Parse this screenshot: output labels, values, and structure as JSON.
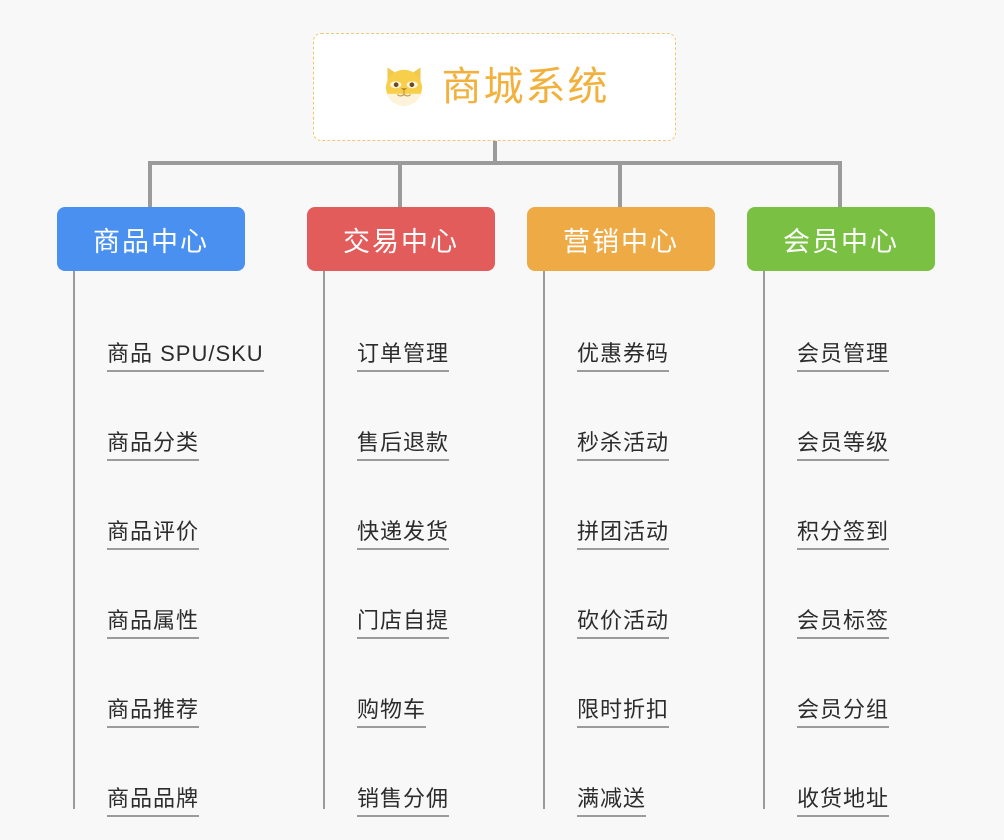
{
  "root": {
    "title": "商城系统",
    "icon": "shiba-dog-icon",
    "border_color": "#f0c674",
    "text_color": "#f2b03c"
  },
  "connector_color": "#9b9b9b",
  "background_color": "#f8f8f8",
  "columns": [
    {
      "title": "商品中心",
      "color": "#4a90f0",
      "items": [
        "商品 SPU/SKU",
        "商品分类",
        "商品评价",
        "商品属性",
        "商品推荐",
        "商品品牌"
      ]
    },
    {
      "title": "交易中心",
      "color": "#e25c5c",
      "items": [
        "订单管理",
        "售后退款",
        "快递发货",
        "门店自提",
        "购物车",
        "销售分佣"
      ]
    },
    {
      "title": "营销中心",
      "color": "#eeab45",
      "items": [
        "优惠券码",
        "秒杀活动",
        "拼团活动",
        "砍价活动",
        "限时折扣",
        "满减送"
      ]
    },
    {
      "title": "会员中心",
      "color": "#7ac143",
      "items": [
        "会员管理",
        "会员等级",
        "积分签到",
        "会员标签",
        "会员分组",
        "收货地址"
      ]
    }
  ]
}
